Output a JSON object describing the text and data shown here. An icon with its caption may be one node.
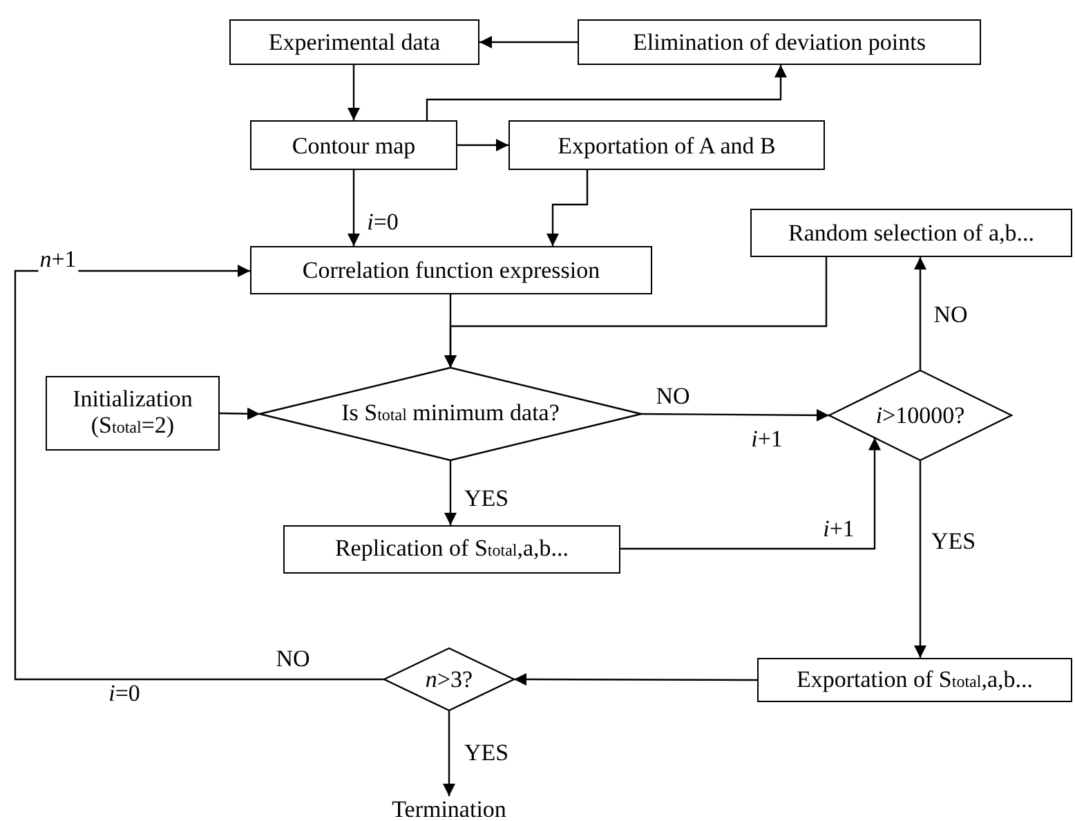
{
  "diagram": {
    "nodes": [
      {
        "text": [
          "Experimental data"
        ]
      },
      {
        "text": [
          "Elimination of deviation points"
        ]
      },
      {
        "text": [
          "Contour map"
        ]
      },
      {
        "text": [
          "Exportation of A and B"
        ]
      },
      {
        "text": [
          "Correlation function expression"
        ]
      },
      {
        "text": [
          "Random selection of a,b..."
        ]
      },
      {
        "text": [
          "Initialization (S$_{total}$=2)"
        ]
      },
      {
        "text": [
          "Is S$_{total}$ minimum data?"
        ]
      },
      {
        "text": [
          "*i*>10000?"
        ]
      },
      {
        "text": [
          "Replication of  S$_{total}$,a,b..."
        ]
      },
      {
        "text": [
          "Exportation of S$_{total}$,a,b..."
        ]
      },
      {
        "text": [
          "*n*>3?"
        ]
      },
      {
        "text": [
          "Termination"
        ]
      }
    ],
    "edges": [
      {
        "from": 1,
        "to": 0,
        "arrow": "to"
      },
      {
        "from": 0,
        "to": 2,
        "arrow": "to"
      },
      {
        "from": 2,
        "to": 1,
        "arrow": "to"
      },
      {
        "from": 2,
        "to": 3,
        "arrow": "to"
      },
      {
        "from": 2,
        "to": 4,
        "arrow": "to",
        "label": "*i*=0"
      },
      {
        "from": 3,
        "to": 4,
        "arrow": "to"
      },
      {
        "from": 4,
        "to": 7,
        "arrow": "to"
      },
      {
        "from": 5,
        "to": 7,
        "arrow": "to"
      },
      {
        "from": 6,
        "to": 7,
        "arrow": "to"
      },
      {
        "from": 7,
        "to": 8,
        "arrow": "to",
        "label": "NO"
      },
      {
        "from": 8,
        "to": 5,
        "arrow": "to",
        "label": "NO"
      },
      {
        "from": 7,
        "to": 9,
        "arrow": "to",
        "label": "YES"
      },
      {
        "from": 9,
        "to": 8,
        "arrow": "to",
        "label": "*i*+1"
      },
      {
        "from": 8,
        "to": 10,
        "arrow": "to",
        "label": "YES"
      },
      {
        "from": 10,
        "to": 11,
        "arrow": "to"
      },
      {
        "from": 11,
        "to": 4,
        "arrow": "to",
        "label": "NO"
      },
      {
        "from": 11,
        "to": 12,
        "arrow": "to",
        "label": "YES"
      }
    ],
    "labels": [
      "*i*+1",
      "*i*=0",
      "*n*+1"
    ]
  }
}
